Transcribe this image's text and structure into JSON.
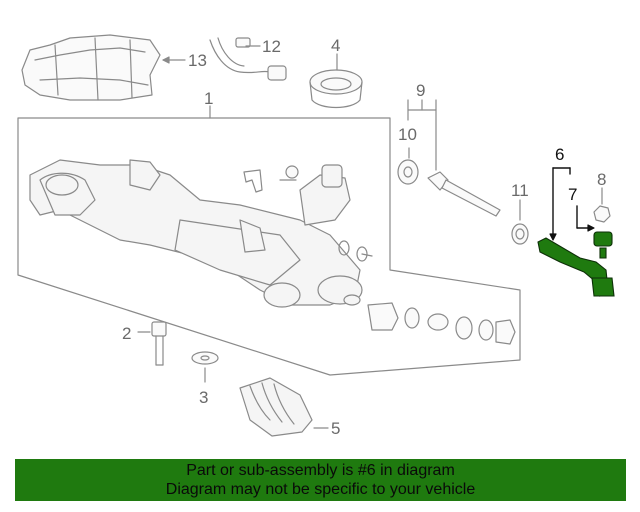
{
  "callouts": {
    "c1": "1",
    "c2": "2",
    "c3": "3",
    "c4": "4",
    "c5": "5",
    "c6": "6",
    "c7": "7",
    "c8": "8",
    "c9": "9",
    "c10": "10",
    "c11": "11",
    "c12": "12",
    "c13": "13"
  },
  "highlight_color": "#1f7a0f",
  "banner": {
    "line1": "Part or sub-assembly is #6 in diagram",
    "line2": "Diagram may not be specific to your vehicle"
  }
}
